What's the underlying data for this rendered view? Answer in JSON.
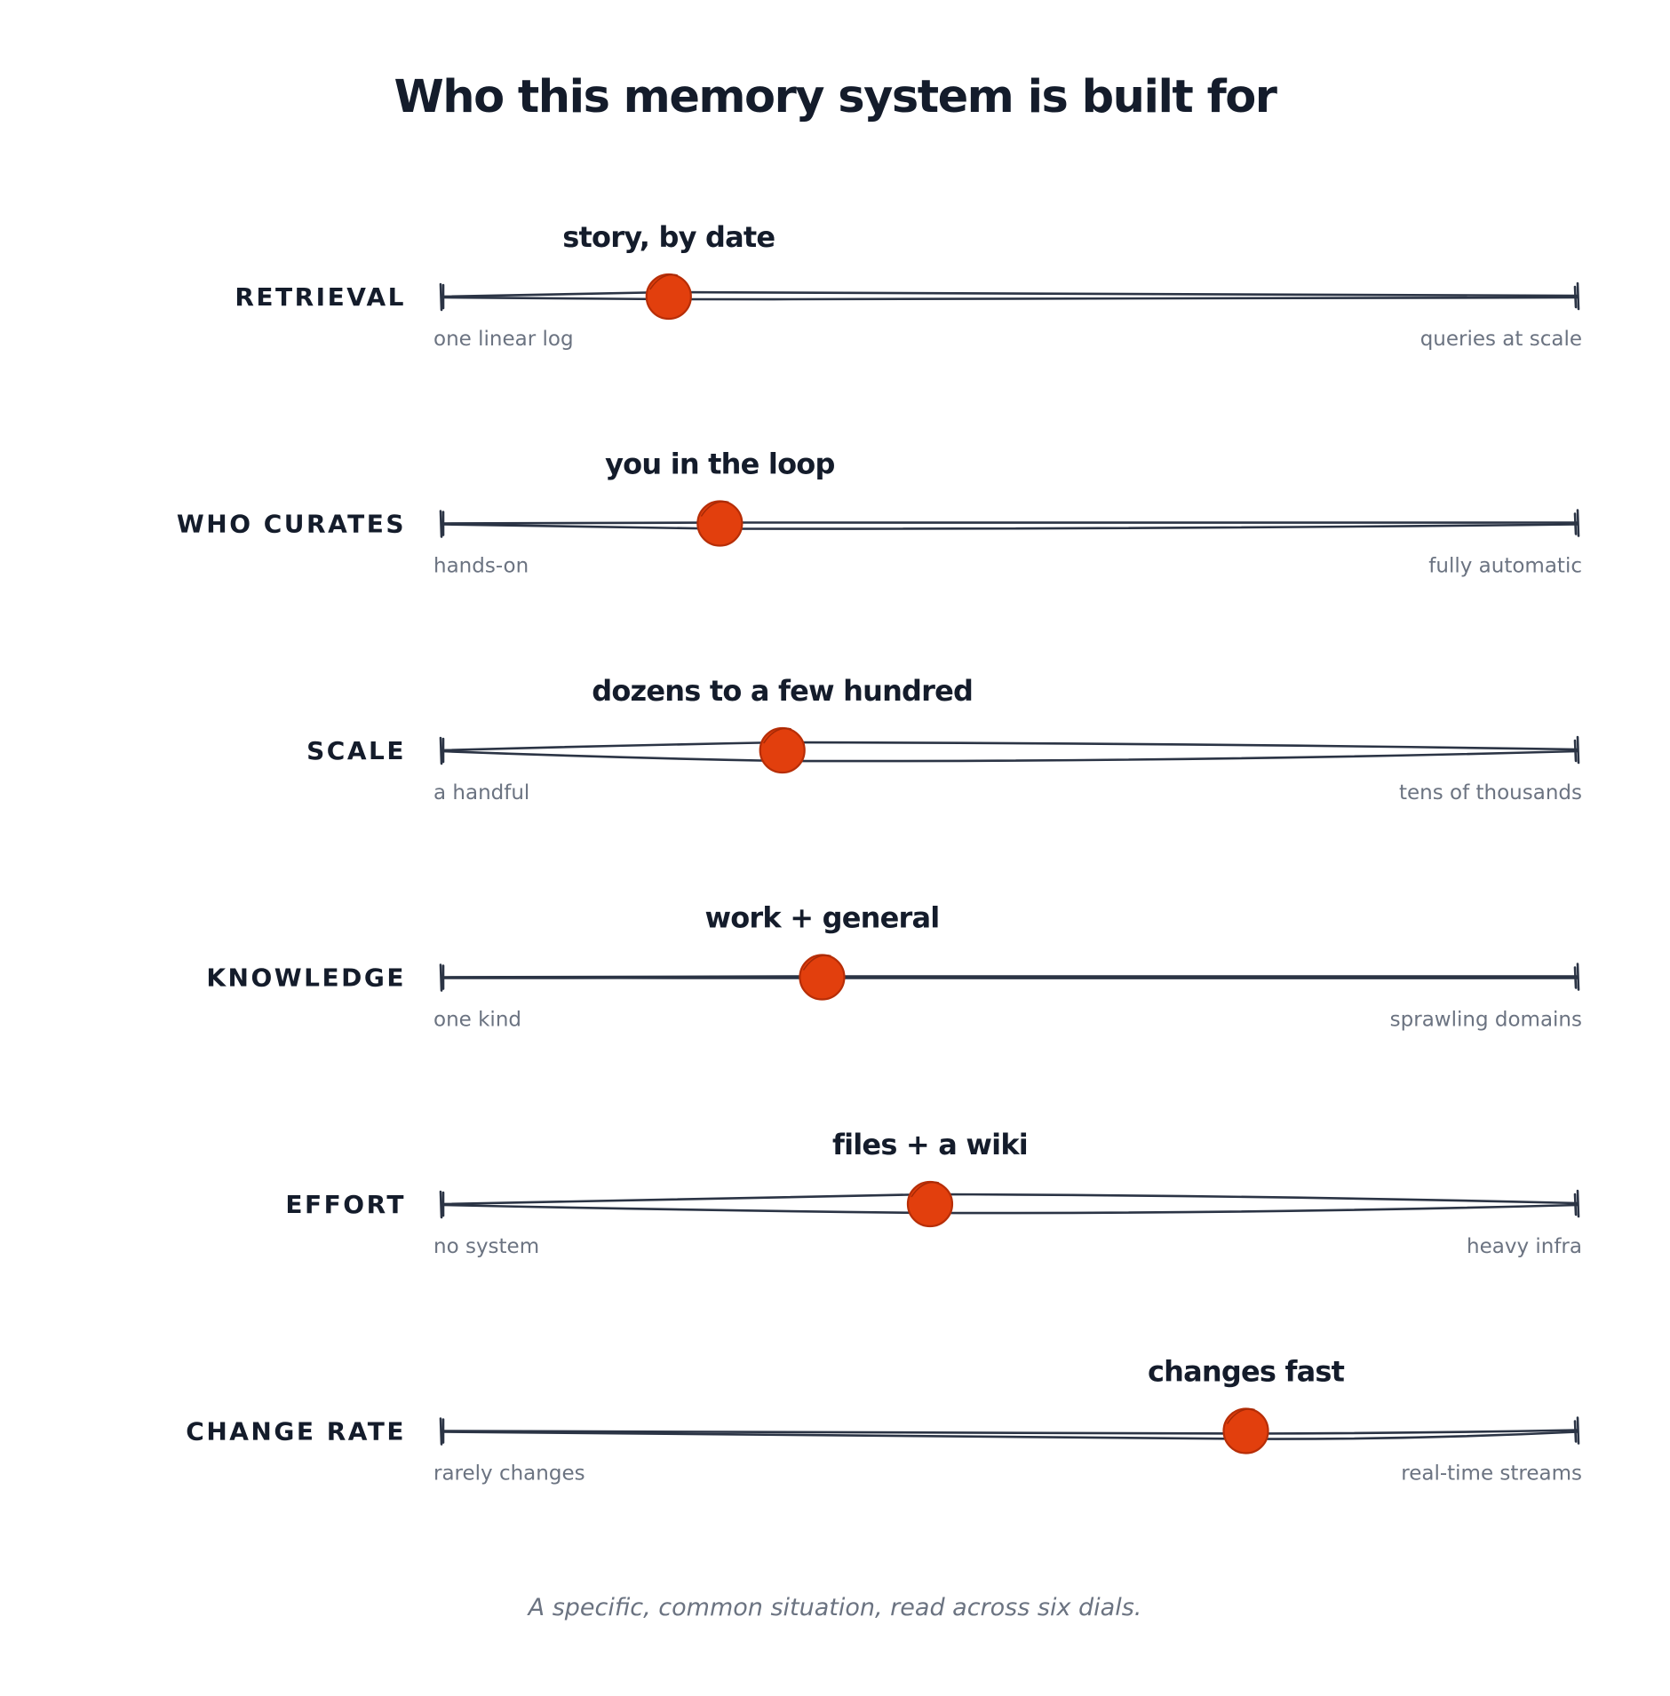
{
  "title": "Who this memory system is built for",
  "caption": "A specific, common situation, read across six dials.",
  "colors": {
    "ink": "#141c2b",
    "muted": "#6b7381",
    "track": "#2b3445",
    "knob": "#e23f0d"
  },
  "dials": [
    {
      "label": "RETRIEVAL",
      "value": "story, by date",
      "left": "one linear log",
      "right": "queries at scale",
      "position": 0.2
    },
    {
      "label": "WHO CURATES",
      "value": "you in the loop",
      "left": "hands-on",
      "right": "fully automatic",
      "position": 0.245
    },
    {
      "label": "SCALE",
      "value": "dozens to a few hundred",
      "left": "a handful",
      "right": "tens of thousands",
      "position": 0.3
    },
    {
      "label": "KNOWLEDGE",
      "value": "work + general",
      "left": "one kind",
      "right": "sprawling domains",
      "position": 0.335
    },
    {
      "label": "EFFORT",
      "value": "files + a wiki",
      "left": "no system",
      "right": "heavy infra",
      "position": 0.43
    },
    {
      "label": "CHANGE RATE",
      "value": "changes fast",
      "left": "rarely changes",
      "right": "real-time streams",
      "position": 0.708
    }
  ]
}
